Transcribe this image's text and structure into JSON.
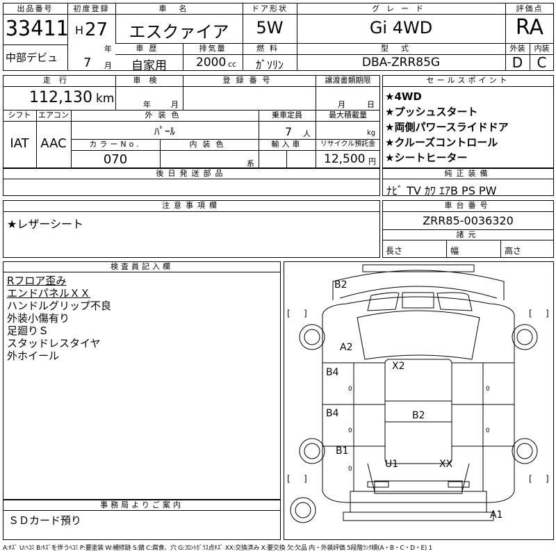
{
  "header": {
    "lot_label": "出品番号",
    "lot_no": "33411",
    "first_reg_label": "初度登録",
    "era": "H",
    "year": "27",
    "year_unit": "年",
    "month": "7",
    "month_unit": "月",
    "car_name_label": "車名",
    "car_name": "エスクァイア",
    "door_label": "ドア形状",
    "door": "5W",
    "grade_label": "グレード",
    "grade": "Gi 4WD",
    "score_label": "評価点",
    "score": "RA",
    "debut": "中部デビュ",
    "history_label": "車歴",
    "history": "自家用",
    "disp_label": "排気量",
    "disp": "2000",
    "disp_unit": "cc",
    "fuel_label": "燃料",
    "fuel": "ｶﾞｿﾘﾝ",
    "model_label": "型式",
    "model": "DBA-ZRR85G",
    "ext_label": "外装",
    "ext": "D",
    "int_label": "内装",
    "int": "C"
  },
  "row2": {
    "mileage_label": "走行",
    "mileage": "112,130",
    "mileage_unit": "km",
    "inspection_label": "車検",
    "insp_year_unit": "年",
    "insp_month_unit": "月",
    "regno_label": "登録番号",
    "transfer_label": "譲渡書類期限",
    "tr_month_unit": "月",
    "tr_day_unit": "日",
    "shift_label": "シフト",
    "shift": "IAT",
    "ac_label": "エアコン",
    "ac": "AAC",
    "color_label": "外装色",
    "color": "ﾊﾟｰﾙ",
    "capacity_label": "乗車定員",
    "capacity": "7",
    "capacity_unit": "人",
    "load_label": "最大積載量",
    "load_unit": "kg",
    "colorno_label": "カラーNo.",
    "colorno": "070",
    "intcolor_label": "内装色",
    "intcolor_unit": "系",
    "import_label": "輸入車",
    "recycle_label": "リサイクル預託金",
    "recycle": "12,500",
    "recycle_unit": "円"
  },
  "sales": {
    "label": "セールスポイント",
    "items": [
      "★4WD",
      "★プッシュスタート",
      "★両側パワースライドドア",
      "★クルーズコントロール",
      "★シートヒーター"
    ]
  },
  "later_parts_label": "後日発送部品",
  "equipment": {
    "label": "純正装備",
    "value": "ﾅﾋﾞ TV ｶﾜ ｴｱB PS PW"
  },
  "notes": {
    "label": "注意事項欄",
    "value": "★レザーシート"
  },
  "chassis": {
    "label": "車台番号",
    "value": "ZRR85-0036320",
    "dims_label": "諸元",
    "len": "長さ",
    "wid": "幅",
    "hgt": "高さ"
  },
  "inspector": {
    "label": "検査員記入欄",
    "lines": [
      "Rフロア歪み",
      "エンドパネルＸＸ",
      "ハンドルグリップ不良",
      "外装小傷有り",
      "足廻りＳ",
      "スタッドレスタイヤ",
      "外ホイール"
    ]
  },
  "diagram": {
    "marks": [
      "B2",
      "A2",
      "X2",
      "B4",
      "B4",
      "B2",
      "B1",
      "U1",
      "XX",
      "A1"
    ],
    "small": [
      "0",
      "0",
      "0",
      "0",
      "0"
    ],
    "bracket_l": "[",
    "bracket_r": "]"
  },
  "office": {
    "label": "事務局よりご案内",
    "value": "ＳＤカード預り"
  },
  "legend": "A:ｷｽﾞ U:ﾍｺﾐ B:ｷｽﾞを伴うﾍｺﾐ P:要塗装 W:補修跡 S:錆 C:腐食、穴 G:ﾌﾛﾝﾄｶﾞﾗｽ点ｷｽﾞ XX:交換済み X:要交換 欠:欠品 内・外装評価 5段階ﾗﾝｸ順(A・B・C・D・E) 1"
}
